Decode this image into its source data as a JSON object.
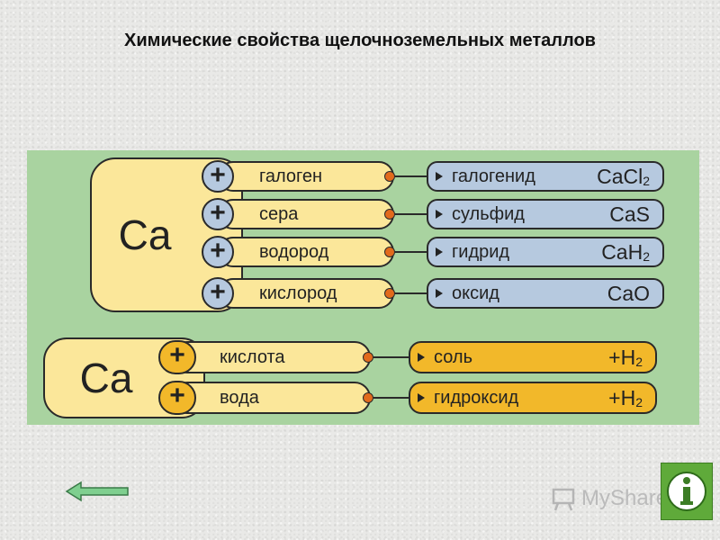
{
  "title": "Химические свойства щелочноземельных металлов",
  "colors": {
    "panel": "#a9d3a0",
    "yellow": "#fbe79a",
    "blue": "#b6c9df",
    "orange": "#f2b82a",
    "dot": "#e26a1c"
  },
  "group1": {
    "metal": "Ca",
    "plus": "+",
    "rows": [
      {
        "reagent": "галоген",
        "product": "галогенид",
        "formula": "CaCl",
        "sub": "2"
      },
      {
        "reagent": "сера",
        "product": "сульфид",
        "formula": "CaS",
        "sub": ""
      },
      {
        "reagent": "водород",
        "product": "гидрид",
        "formula": "CaH",
        "sub": "2"
      },
      {
        "reagent": "кислород",
        "product": "оксид",
        "formula": "CaO",
        "sub": ""
      }
    ]
  },
  "group2": {
    "metal": "Ca",
    "plus": "+",
    "rows": [
      {
        "reagent": "кислота",
        "product": "соль",
        "formula": "+H",
        "sub": "2"
      },
      {
        "reagent": "вода",
        "product": "гидроксид",
        "formula": "+H",
        "sub": "2"
      }
    ]
  },
  "nav": {
    "back_icon": "left-arrow-icon",
    "info_icon": "info-icon",
    "logo_text": "MyShared"
  }
}
